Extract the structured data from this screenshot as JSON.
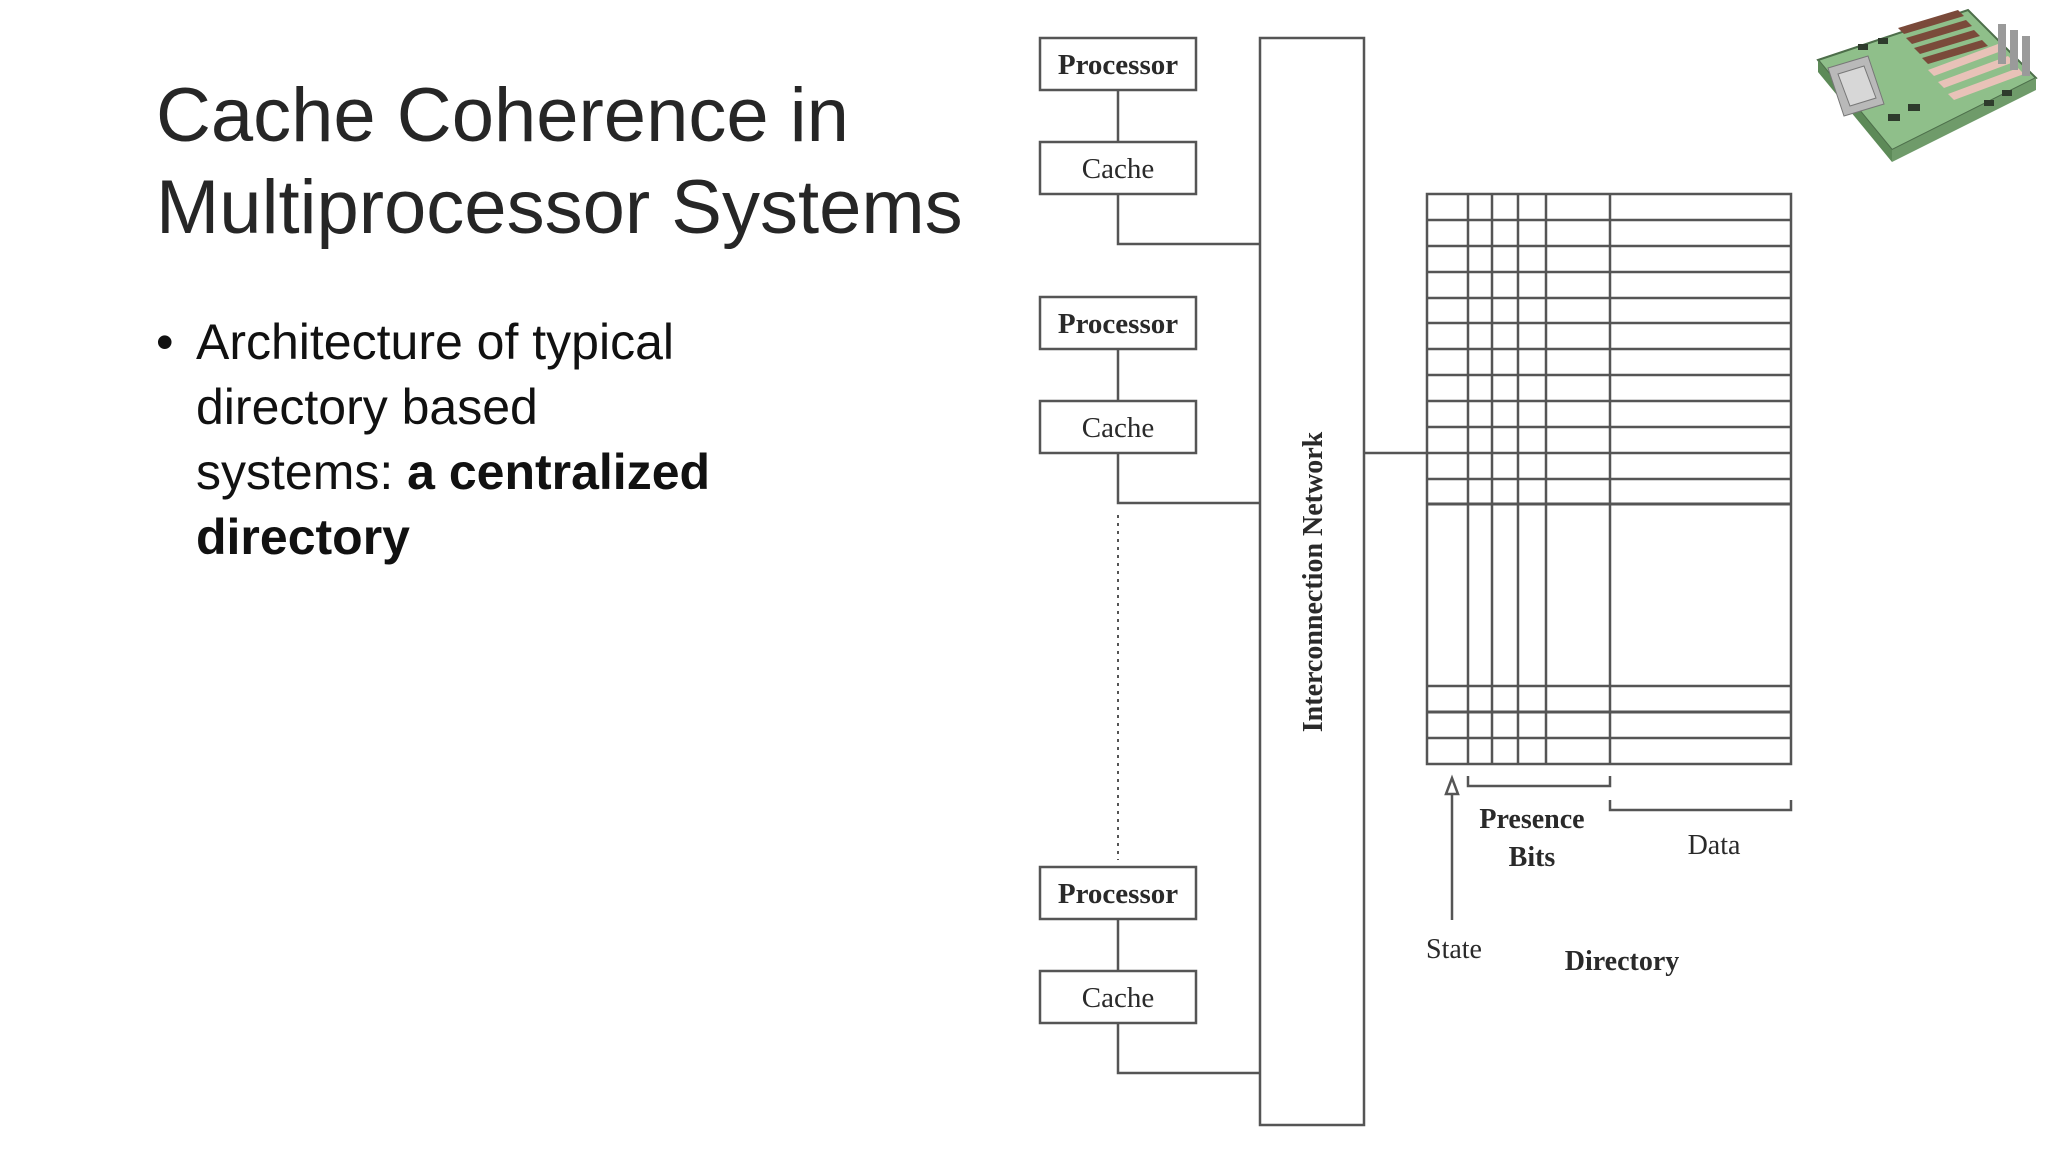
{
  "slide": {
    "title_line1": "Cache Coherence in",
    "title_line2": "Multiprocessor Systems",
    "bullet_text": "Architecture of typical directory based systems: ",
    "bullet_bold": "a centralized directory"
  },
  "diagram": {
    "nodes": [
      {
        "processor": "Processor",
        "cache": "Cache"
      },
      {
        "processor": "Processor",
        "cache": "Cache"
      },
      {
        "processor": "Processor",
        "cache": "Cache"
      }
    ],
    "network_label": "Interconnection Network",
    "presence_bits_line1": "Presence",
    "presence_bits_line2": "Bits",
    "data_label": "Data",
    "state_label": "State",
    "directory_label": "Directory"
  },
  "colors": {
    "title": "#262626",
    "diagram_stroke": "#555555",
    "board_green": "#8fbf8a",
    "board_pink": "#e8c2b8"
  },
  "decorative_image": "motherboard-icon"
}
